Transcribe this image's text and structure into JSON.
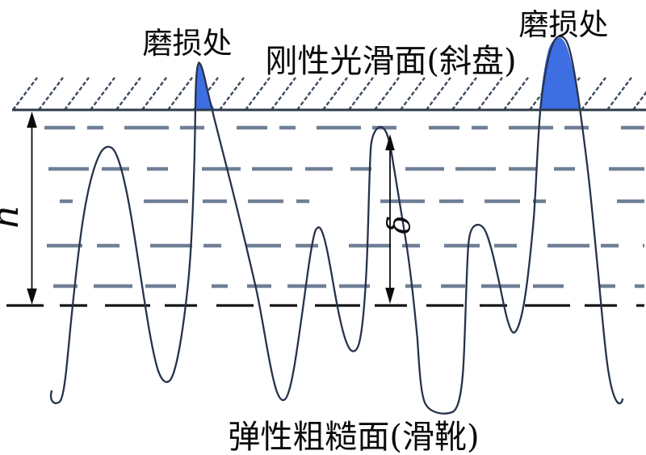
{
  "diagram": {
    "type": "contact-surfaces-schematic",
    "top_surface_label": "刚性光滑面(斜盘)",
    "bottom_surface_label": "弹性粗糙面(滑靴)",
    "wear_label_left": "磨损处",
    "wear_label_right": "磨损处",
    "film_thickness_symbol": "h",
    "peak_deformation_symbol": "δ",
    "colors": {
      "wear_fill": "#3D6EE2",
      "hatch_line": "#3A4A5E",
      "surface_line": "#2E3B4B",
      "film_dash": "#6F7F96",
      "datum_dash": "#141414",
      "profile_stroke": "#26334A",
      "text_color": "#0B0B0B",
      "background": "#FFFFFF"
    }
  }
}
